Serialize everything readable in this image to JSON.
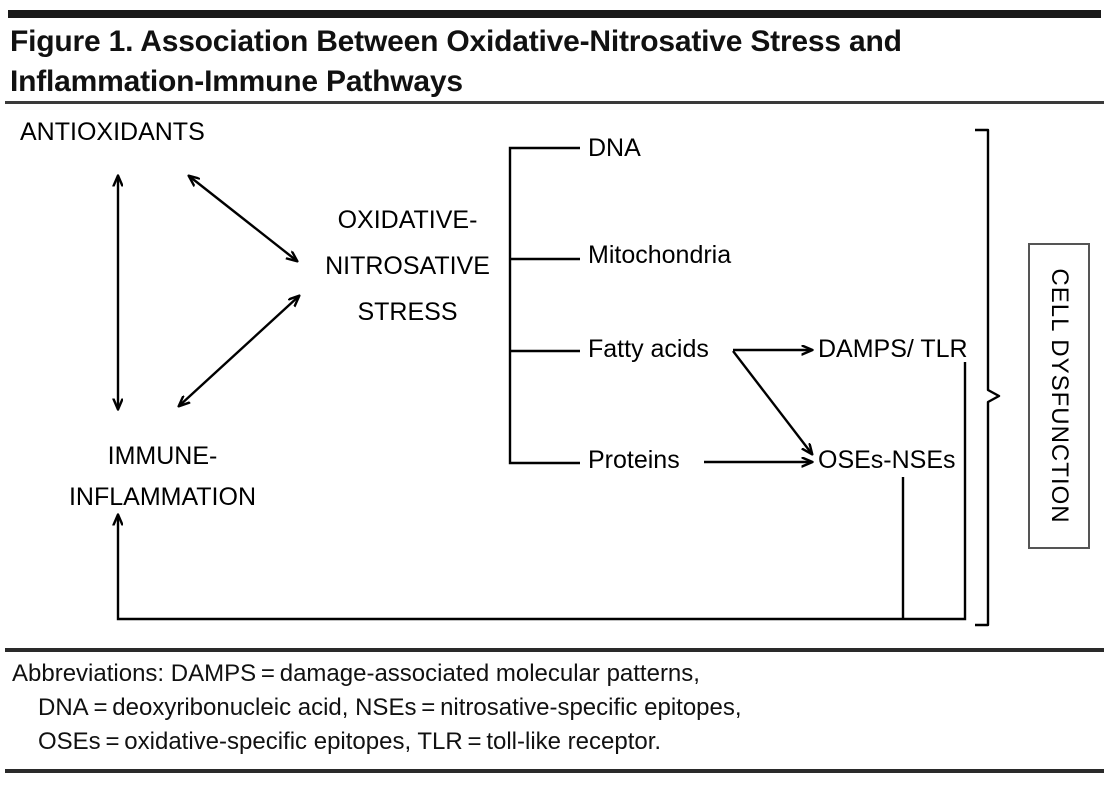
{
  "figure": {
    "title": "Figure 1. Association Between Oxidative-Nitrosative Stress and Inflammation-Immune Pathways",
    "title_line1": "Figure 1. Association Between Oxidative-Nitrosative Stress and",
    "title_line2": "Inflammation-Immune Pathways"
  },
  "diagram": {
    "nodes": {
      "antioxidants": "ANTIOXIDANTS",
      "oxidative_nitrosative_stress_line1": "OXIDATIVE-",
      "oxidative_nitrosative_stress_line2": "NITROSATIVE",
      "oxidative_nitrosative_stress_line3": "STRESS",
      "immune_inflammation_line1": "IMMUNE-",
      "immune_inflammation_line2": "INFLAMMATION",
      "dna": "DNA",
      "mitochondria": "Mitochondria",
      "fatty_acids": "Fatty acids",
      "proteins": "Proteins",
      "damps_tlr": "DAMPS/ TLR",
      "oses_nses": "OSEs-NSEs",
      "cell_dysfunction": "CELL  DYSFUNCTION"
    },
    "colors": {
      "stroke": "#000000",
      "box_border": "#555555",
      "rule_heavy": "#1a1a1a",
      "rule_thin": "#3a3a3a",
      "text": "#000000"
    }
  },
  "abbreviations": {
    "line1": "Abbreviations: DAMPS = damage-associated molecular patterns,",
    "line2": "DNA = deoxyribonucleic acid, NSEs = nitrosative-specific epitopes,",
    "line3": "OSEs = oxidative-specific epitopes, TLR = toll-like receptor."
  }
}
